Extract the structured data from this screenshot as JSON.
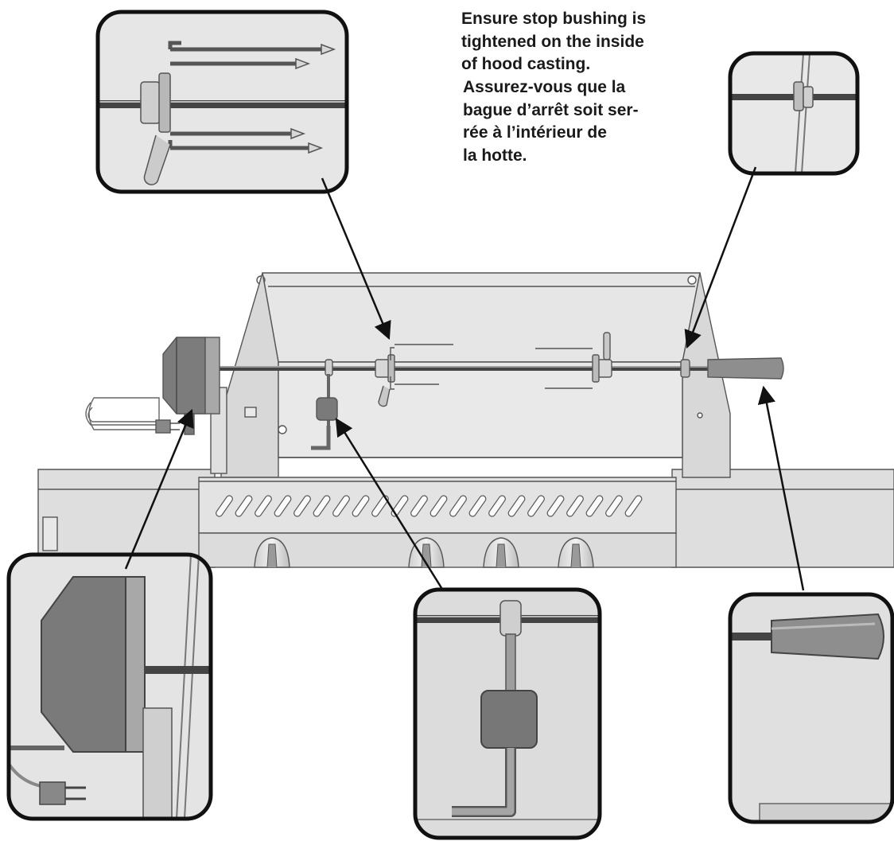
{
  "instruction": {
    "english_lines": [
      "Ensure stop bushing is",
      "tightened on the inside",
      "of hood casting."
    ],
    "french_lines": [
      "Assurez-vous que la",
      "bague d’arrêt soit ser-",
      "rée à l’intérieur de",
      "la hotte."
    ]
  },
  "callouts": [
    {
      "id": "spit-fork",
      "icon": "spit-fork-icon"
    },
    {
      "id": "stop-bushing",
      "icon": "stop-bushing-icon"
    },
    {
      "id": "motor",
      "icon": "rotisserie-motor-icon"
    },
    {
      "id": "counterweight",
      "icon": "counterweight-icon"
    },
    {
      "id": "handle",
      "icon": "spit-handle-icon"
    }
  ],
  "colors": {
    "line": "#111111",
    "steel": "#d4d4d4",
    "steel_light": "#e4e4e4",
    "steel_dark": "#7a7a7a",
    "callout_border": "#111111"
  }
}
